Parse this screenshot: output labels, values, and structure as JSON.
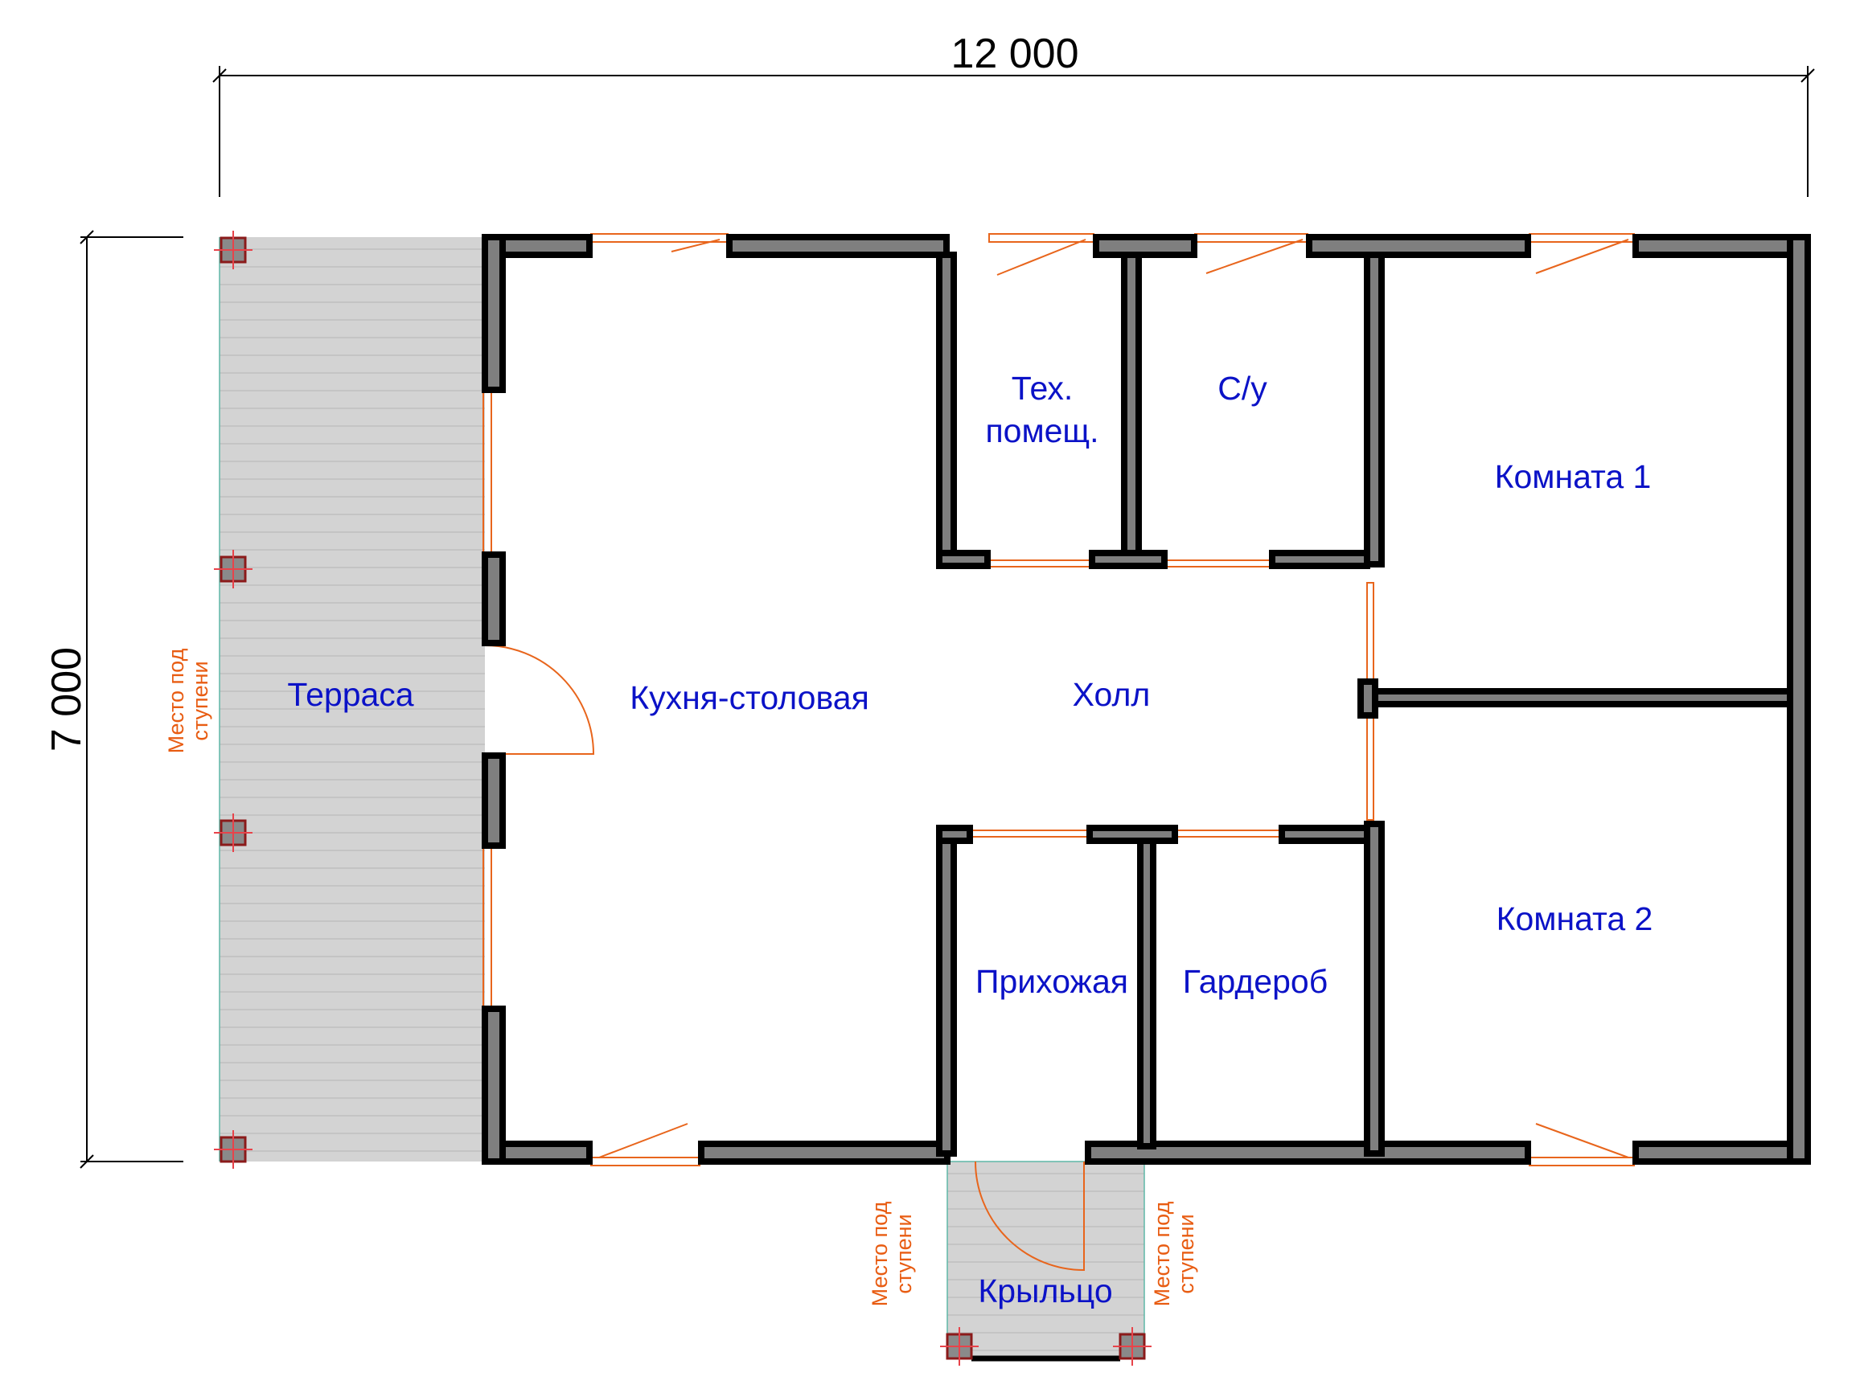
{
  "dimensions": {
    "width_label": "12 000",
    "height_label": "7 000"
  },
  "rooms": {
    "terrace": "Терраса",
    "kitchen": "Кухня-столовая",
    "hall": "Холл",
    "tech_line1": "Тех.",
    "tech_line2": "помещ.",
    "bathroom": "С/у",
    "room1": "Комната 1",
    "room2": "Комната 2",
    "entrance": "Прихожая",
    "wardrobe": "Гардероб",
    "porch": "Крыльцо"
  },
  "notes": {
    "steps_line1": "Место под",
    "steps_line2": "ступени"
  },
  "colors": {
    "wall_fill": "#7f7f7f",
    "label_text": "#0b12c7",
    "annotation": "#e85c12",
    "deck": "#d3d3d3"
  }
}
